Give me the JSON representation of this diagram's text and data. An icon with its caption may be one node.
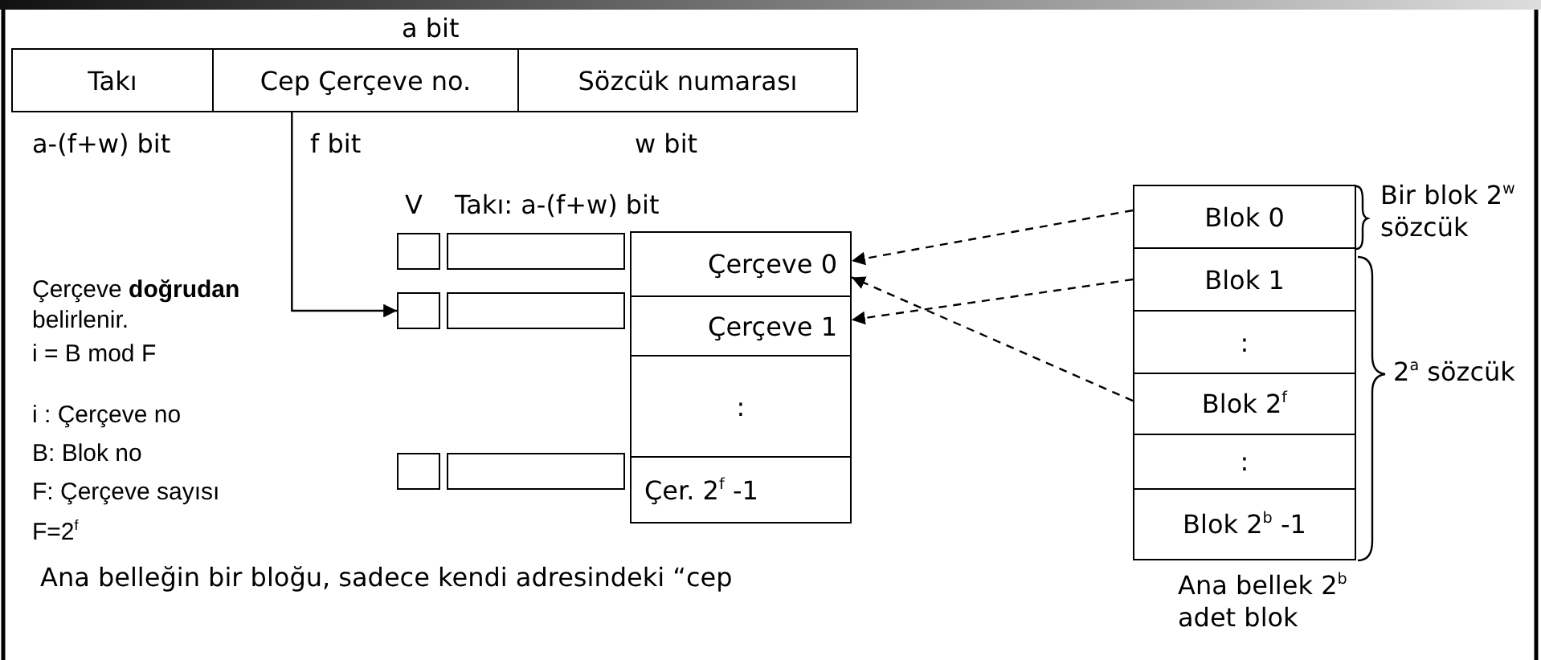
{
  "diagram": {
    "nodes": [
      {
        "text": [
          "Takı"
        ],
        "beside": [
          "a-(f+w) bit"
        ]
      },
      {
        "text": [
          "Cep Çerçeve no."
        ],
        "beside": [
          "f bit"
        ]
      },
      {
        "text": [
          "Sözcük numarası"
        ],
        "beside": [
          "w bit"
        ]
      },
      {
        "text": [],
        "shape": "box"
      },
      {
        "text": [],
        "shape": "box"
      },
      {
        "text": [
          "Çerçeve 0"
        ]
      },
      {
        "text": [],
        "shape": "box"
      },
      {
        "text": [],
        "shape": "box"
      },
      {
        "text": [
          "Çerçeve 1"
        ]
      },
      {
        "text": [
          ":"
        ]
      },
      {
        "text": [],
        "shape": "box"
      },
      {
        "text": [],
        "shape": "box"
      },
      {
        "text": [
          "Çer. 2$^{f}$ -1"
        ]
      },
      {
        "text": [
          "Blok 0"
        ]
      },
      {
        "text": [
          "Blok 1"
        ]
      },
      {
        "text": [
          ":"
        ]
      },
      {
        "text": [
          "Blok 2$^{f}$"
        ]
      },
      {
        "text": [
          ":"
        ]
      },
      {
        "text": [
          "Blok 2$^{b}$ -1"
        ],
        "beside": [
          "Ana bellek 2$^{b}$ adet blok"
        ]
      }
    ],
    "edges": [
      {
        "from": 1,
        "to": 6,
        "arrow": "to"
      },
      {
        "from": 13,
        "to": 5,
        "arrow": "to",
        "style": "dashed"
      },
      {
        "from": 14,
        "to": 8,
        "arrow": "to",
        "style": "dashed"
      },
      {
        "from": 16,
        "to": 5,
        "arrow": "to",
        "style": "dashed"
      }
    ],
    "labels": [
      "a bit",
      "V",
      "Takı: a-(f+w) bit",
      "Bir blok 2$^{w}$ sözcük",
      "Çerçeve **doğrudan** belirlenir.",
      "i = B mod F",
      "2$^{a}$ sözcük",
      "i : Çerçeve no",
      "B: Blok no",
      "F: Çerçeve sayısı",
      "F=2$^{f}$",
      "Ana belleğin bir bloğu, sadece kendi adresindeki “cep"
    ]
  }
}
